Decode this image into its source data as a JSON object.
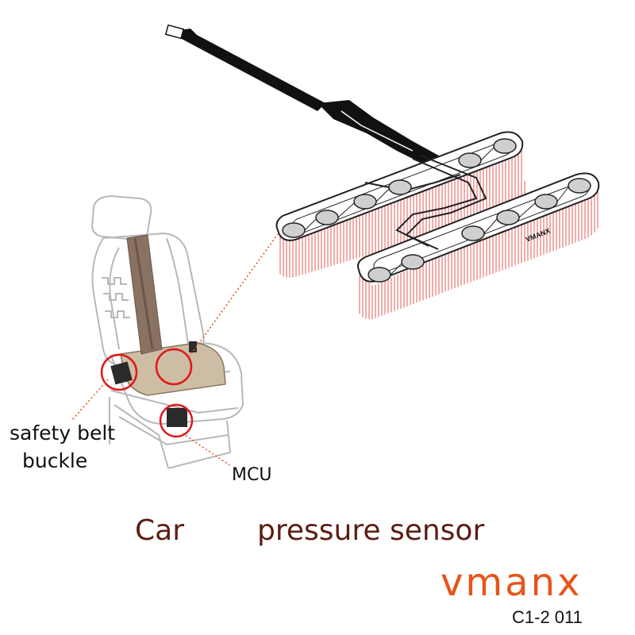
{
  "labels": {
    "safety_belt_line1": "safety belt",
    "safety_belt_line2": "buckle",
    "mcu": "MCU"
  },
  "title": {
    "part1": "Car",
    "part2": "pressure sensor"
  },
  "brand": "vmanx",
  "pad_brand": "VMANX",
  "code": "C1-2 011",
  "colors": {
    "title": "#5a1d12",
    "brand": "#e8541a",
    "callout": "#e05a1e",
    "hatch": "#e0302a"
  }
}
